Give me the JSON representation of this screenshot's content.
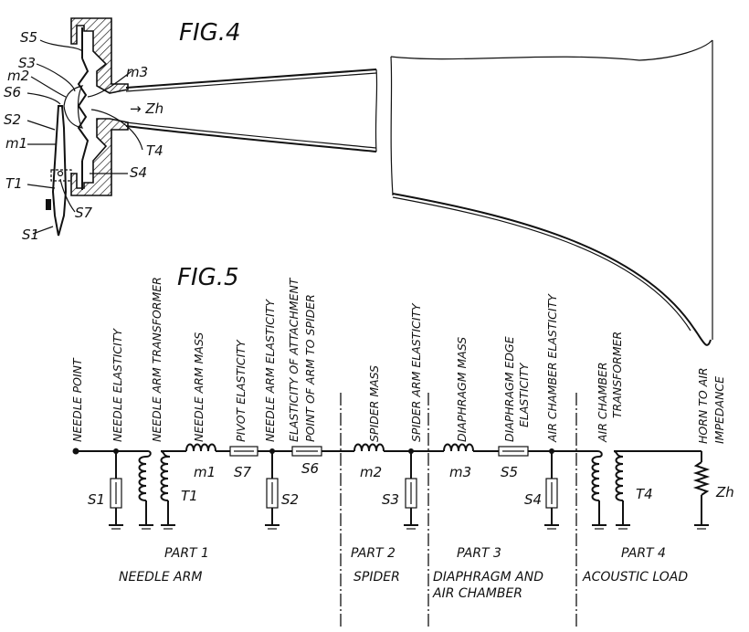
{
  "figures": {
    "fig4": {
      "title": "FIG.4",
      "labels": {
        "s5": "S5",
        "s3": "S3",
        "m2": "m2",
        "s6": "S6",
        "s2": "S2",
        "m1": "m1",
        "t1": "T1",
        "s7": "S7",
        "s1": "S1",
        "m3": "m3",
        "zh": "Zh",
        "t4": "T4",
        "s4": "S4"
      },
      "arrow_label": "→ Zh"
    },
    "fig5": {
      "title": "FIG.5",
      "element_labels": [
        {
          "id": "needle-point",
          "text": "NEEDLE POINT"
        },
        {
          "id": "needle-elasticity",
          "text": "NEEDLE  ELASTICITY"
        },
        {
          "id": "needle-arm-transformer",
          "text": "NEEDLE ARM TRANSFORMER"
        },
        {
          "id": "needle-arm-mass",
          "text": "NEEDLE ARM MASS"
        },
        {
          "id": "pivot-elasticity",
          "text": "PIVOT ELASTICITY"
        },
        {
          "id": "needle-arm-elasticity",
          "text": "NEEDLE ARM ELASTICITY"
        },
        {
          "id": "attachment-elasticity-1",
          "text": "ELASTICITY OF ATTACHMENT"
        },
        {
          "id": "attachment-elasticity-2",
          "text": "POINT OF ARM TO SPIDER"
        },
        {
          "id": "spider-mass",
          "text": "SPIDER MASS"
        },
        {
          "id": "spider-arm-elasticity",
          "text": "SPIDER ARM ELASTICITY"
        },
        {
          "id": "diaphragm-mass",
          "text": "DIAPHRAGM  MASS"
        },
        {
          "id": "diaphragm-edge-1",
          "text": "DIAPHRAGM EDGE"
        },
        {
          "id": "diaphragm-edge-2",
          "text": "ELASTICITY"
        },
        {
          "id": "air-chamber-elasticity",
          "text": "AIR CHAMBER ELASTICITY"
        },
        {
          "id": "air-chamber-transformer-1",
          "text": "AIR CHAMBER"
        },
        {
          "id": "air-chamber-transformer-2",
          "text": "TRANSFORMER"
        },
        {
          "id": "horn-to-air-1",
          "text": "HORN TO AIR"
        },
        {
          "id": "horn-to-air-2",
          "text": "IMPEDANCE"
        }
      ],
      "symbols": {
        "s1": "S1",
        "t1": "T1",
        "m1": "m1",
        "s7": "S7",
        "s2": "S2",
        "s6": "S6",
        "m2": "m2",
        "s3": "S3",
        "m3": "m3",
        "s5": "S5",
        "s4": "S4",
        "t4": "T4",
        "zh": "Zh"
      },
      "parts": [
        {
          "title": "PART 1",
          "name": "NEEDLE  ARM",
          "name2": ""
        },
        {
          "title": "PART 2",
          "name": "SPIDER",
          "name2": ""
        },
        {
          "title": "PART 3",
          "name": "DIAPHRAGM AND",
          "name2": "AIR  CHAMBER"
        },
        {
          "title": "PART 4",
          "name": "ACOUSTIC LOAD",
          "name2": ""
        }
      ]
    }
  }
}
